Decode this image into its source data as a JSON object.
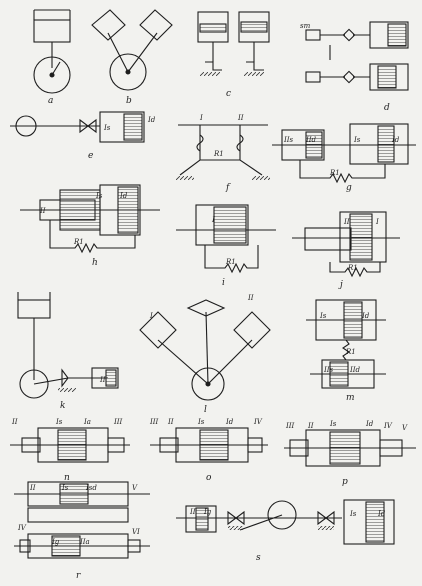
{
  "captions": {
    "a": "a",
    "b": "b",
    "c": "c",
    "d": "d",
    "e": "e",
    "f": "f",
    "g": "g",
    "h": "h",
    "i": "i",
    "j": "j",
    "k": "k",
    "l": "l",
    "m": "m",
    "n": "n",
    "o": "o",
    "p": "p",
    "r": "r",
    "s": "s"
  },
  "labels": {
    "Is": "Is",
    "Id": "Id",
    "I": "I",
    "II": "II",
    "IId": "IId",
    "IIs": "IIs",
    "III": "III",
    "IV": "IV",
    "V": "V",
    "VI": "VI",
    "R1": "R1",
    "sm": "sm",
    "Ia": "Ia",
    "Isd": "Isd",
    "IIa": "IIa",
    "Ig": "Ig"
  },
  "colors": {
    "ink": "#1e1e1e",
    "paper": "#f2f2ef",
    "hatch": "#3a3a3a"
  }
}
